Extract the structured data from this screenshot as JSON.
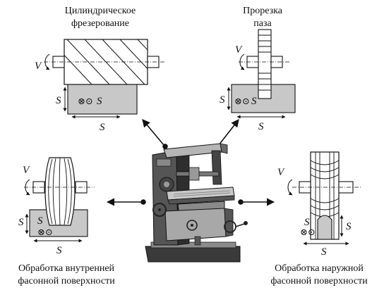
{
  "captions": {
    "top_left_line1": "Цилиндрическое",
    "top_left_line2": "фрезерование",
    "top_right_line1": "Прорезка",
    "top_right_line2": "паза",
    "bottom_left_line1": "Обработка внутренней",
    "bottom_left_line2": "фасонной поверхности",
    "bottom_right_line1": "Обработка наружной",
    "bottom_right_line2": "фасонной поверхности"
  },
  "symbols": {
    "speed": "V",
    "feed": "S",
    "feed_marks": "⊗⊙"
  },
  "colors": {
    "workpiece_fill": "#c8c8c8",
    "machine_dark": "#2a2a2a",
    "machine_mid": "#6a6a6a",
    "machine_light": "#b5b5b5"
  }
}
